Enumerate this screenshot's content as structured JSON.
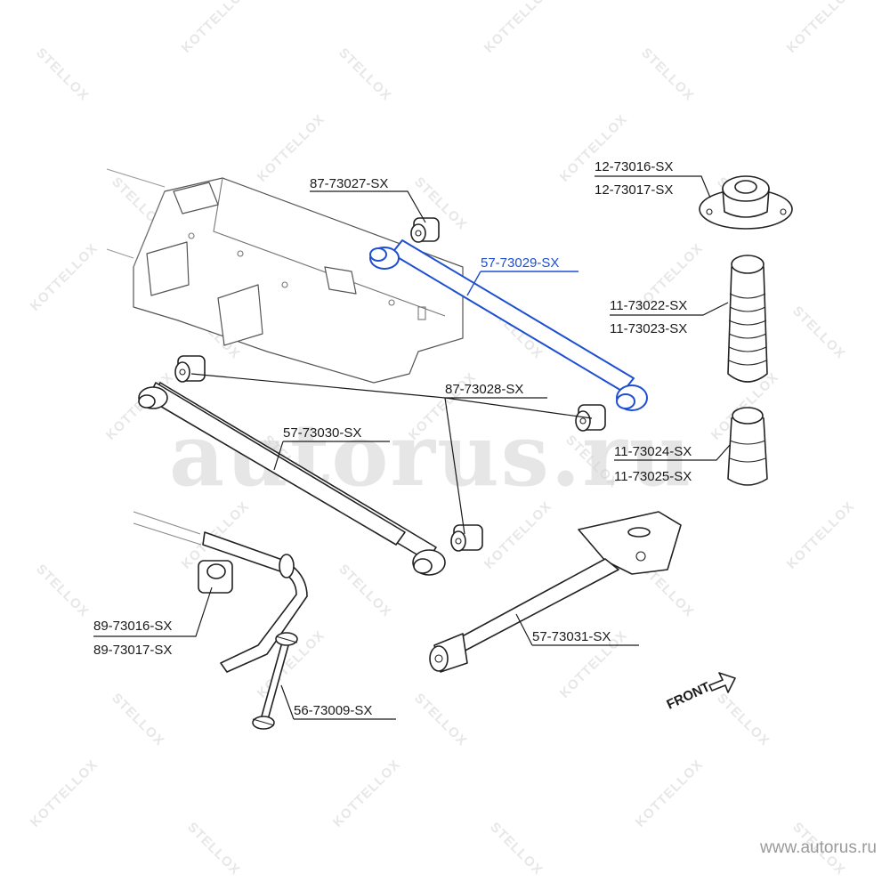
{
  "watermark": {
    "brand_a": "STELLOX",
    "brand_b": "KOTTELLOX",
    "site_overlay": "autorus.ru",
    "site_footer": "www.autorus.ru"
  },
  "direction_label": "FRONT",
  "colors": {
    "highlight": "#1f4fd1",
    "ink": "#1a1a1a",
    "watermark": "#e7e7e7"
  },
  "callouts": {
    "c87_73027": "87-73027-SX",
    "c57_73029": "57-73029-SX",
    "c12_73016": "12-73016-SX",
    "c12_73017": "12-73017-SX",
    "c11_73022": "11-73022-SX",
    "c11_73023": "11-73023-SX",
    "c87_73028": "87-73028-SX",
    "c57_73030": "57-73030-SX",
    "c11_73024": "11-73024-SX",
    "c11_73025": "11-73025-SX",
    "c89_73016": "89-73016-SX",
    "c89_73017": "89-73017-SX",
    "c57_73031": "57-73031-SX",
    "c56_73009": "56-73009-SX"
  }
}
